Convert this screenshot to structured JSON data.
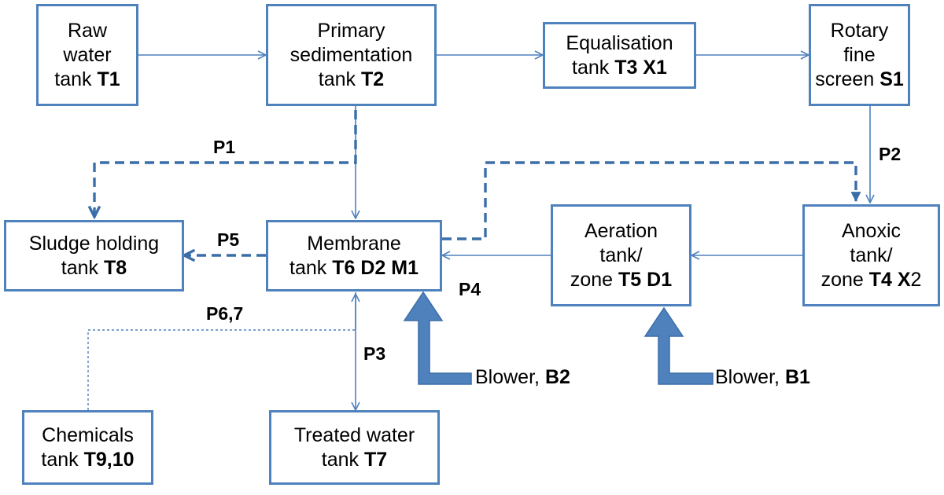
{
  "tanks": {
    "raw": {
      "line1": "Raw",
      "line2": "water",
      "line3_prefix": "tank ",
      "code": "T1"
    },
    "primary": {
      "line1": "Primary",
      "line2": "sedimentation",
      "line3_prefix": "tank ",
      "code": "T2"
    },
    "equal": {
      "line1": "Equalisation",
      "line2_prefix": "tank ",
      "code": "T3 X1"
    },
    "rotary": {
      "line1": "Rotary",
      "line2": "fine",
      "line3_prefix": "screen ",
      "code": "S1"
    },
    "sludge": {
      "line1": "Sludge holding",
      "line2_prefix": "tank ",
      "code": "T8"
    },
    "membrane": {
      "line1": "Membrane",
      "line2_prefix": "tank ",
      "code": "T6 D2 M1"
    },
    "aeration": {
      "line1": "Aeration",
      "line2": "tank/",
      "line3_prefix": "zone ",
      "code": "T5 D1"
    },
    "anoxic": {
      "line1": "Anoxic",
      "line2": "tank/",
      "line3_prefix": "zone ",
      "code": "T4 X",
      "code_suffix": "2"
    },
    "chemicals": {
      "line1": "Chemicals",
      "line2_prefix": "tank ",
      "code": "T9,10"
    },
    "treated": {
      "line1": "Treated water",
      "line2_prefix": "tank ",
      "code": "T7"
    }
  },
  "pipes": {
    "p1": "P1",
    "p2": "P2",
    "p3": "P3",
    "p4": "P4",
    "p5": "P5",
    "p67": "P6,7"
  },
  "blowers": {
    "b1": {
      "prefix": "Blower, ",
      "code": "B1"
    },
    "b2": {
      "prefix": "Blower, ",
      "code": "B2"
    }
  },
  "colors": {
    "box_border": "#4f81bd",
    "dashed_line": "#3a6ea8",
    "blower_arrow": "#4f81bd"
  }
}
